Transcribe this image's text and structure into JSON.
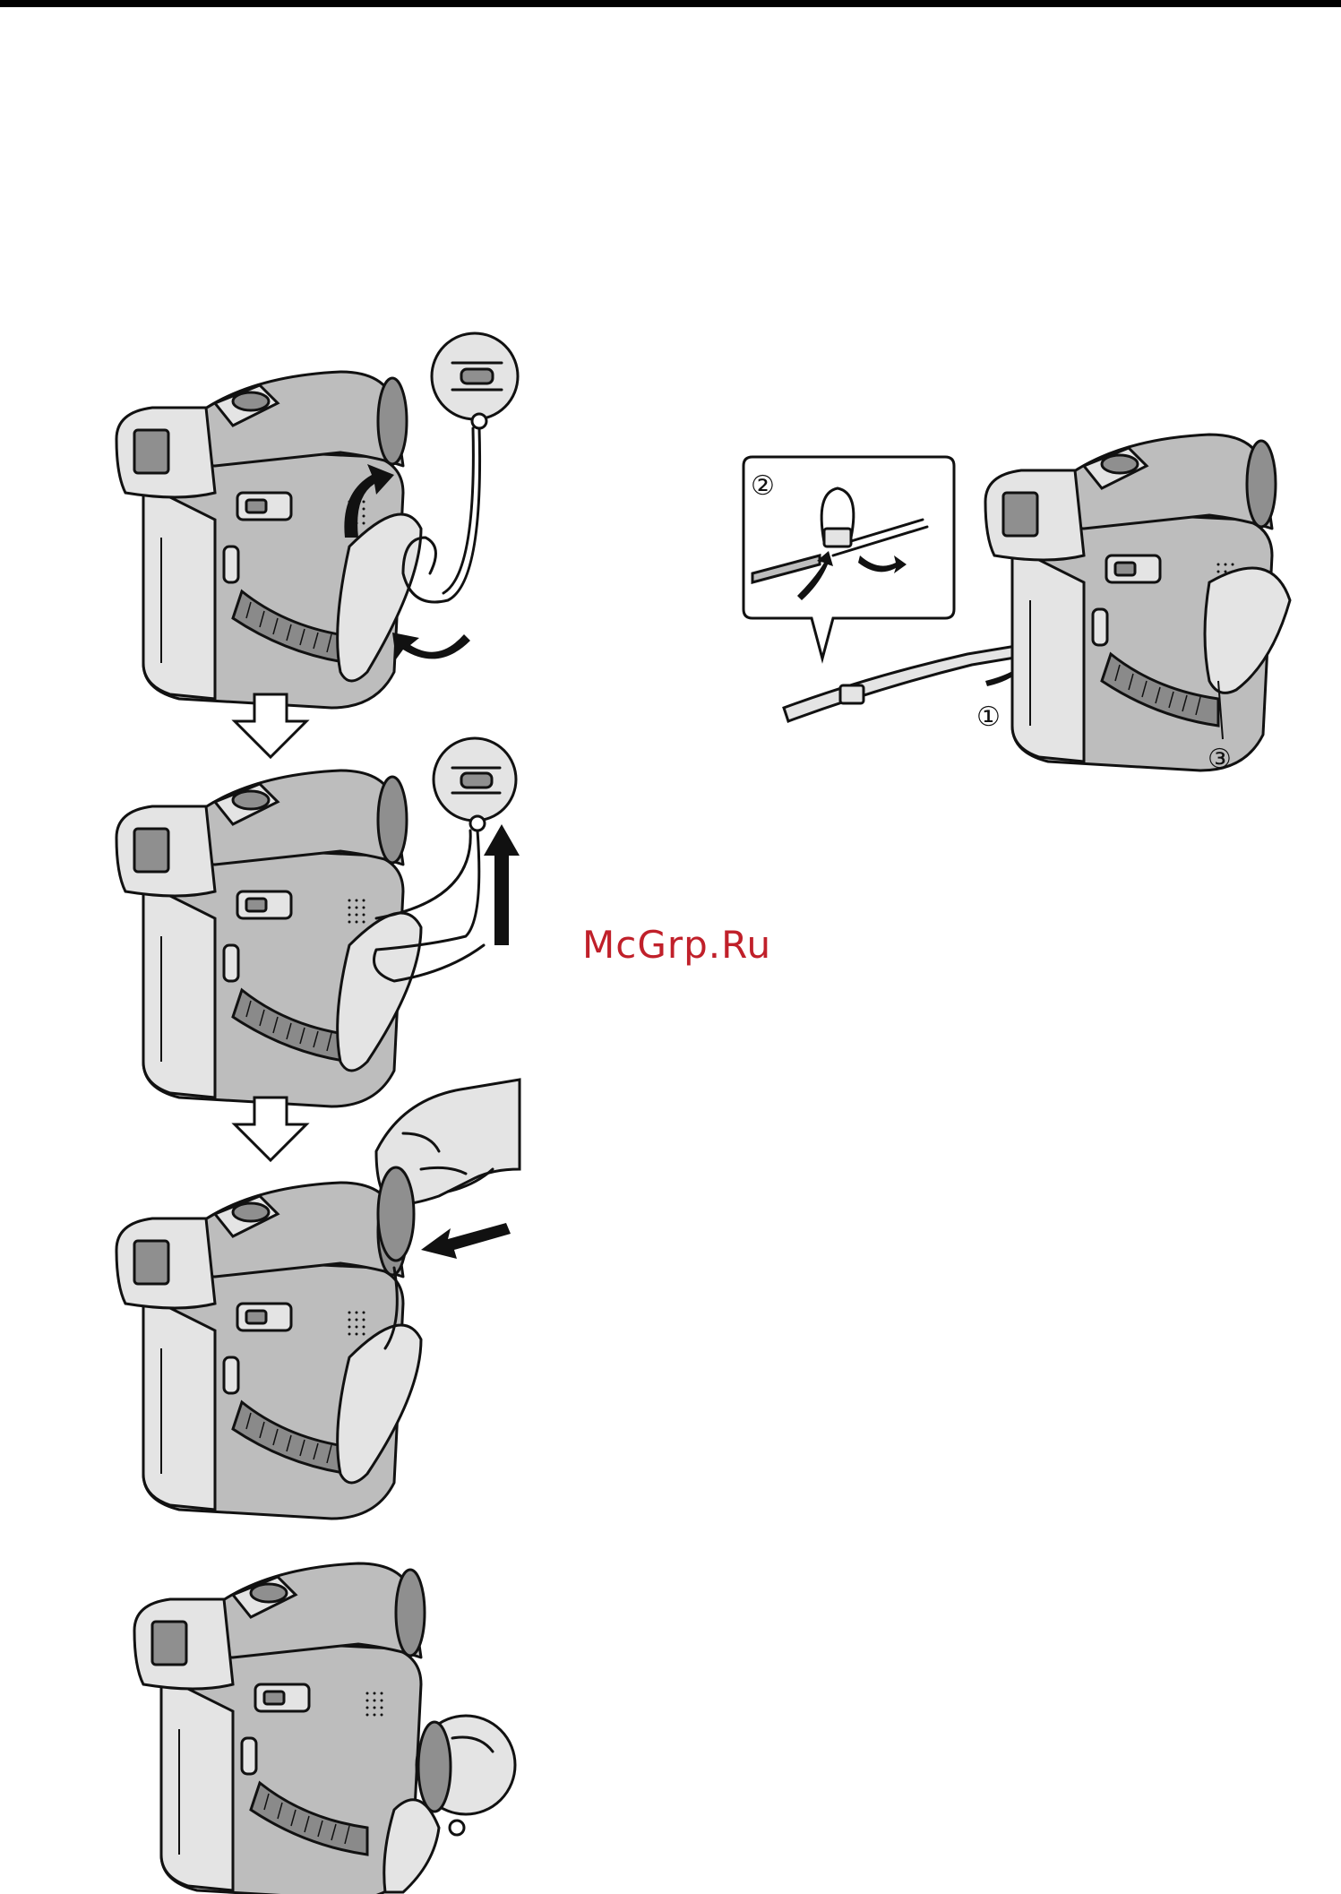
{
  "watermark": {
    "text": "McGrp.Ru",
    "color": "#c0202a"
  },
  "callouts": {
    "one": "①",
    "two": "②",
    "three": "③"
  },
  "icons": {
    "step_arrow": "down-arrow-outline-icon",
    "motion_arrow": "curved-arrow-icon"
  }
}
